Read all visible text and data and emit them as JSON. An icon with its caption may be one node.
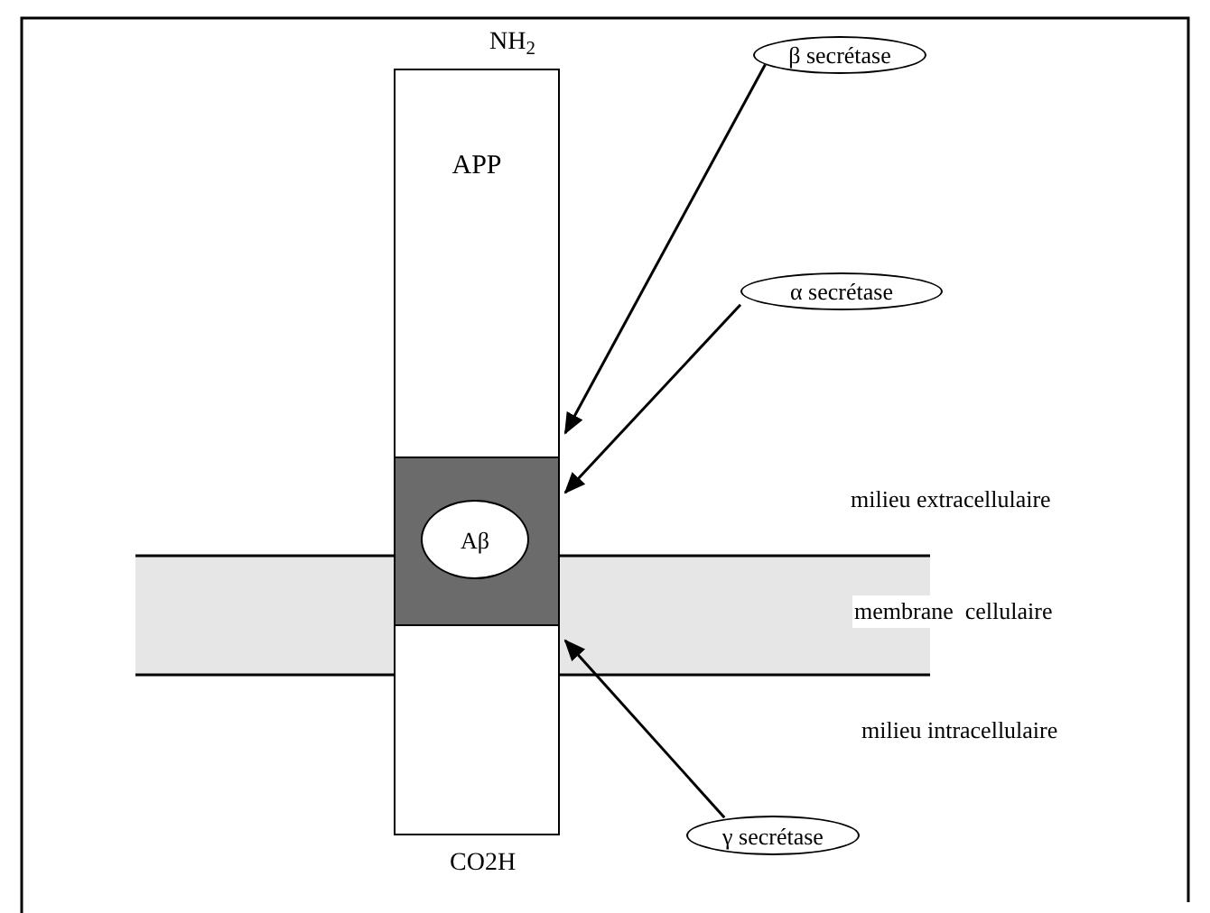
{
  "diagram": {
    "nodes": [
      {
        "text": [
          "APP"
        ],
        "beside": [
          "NH$_{2}$",
          "CO2H"
        ]
      },
      {
        "text": [],
        "shape": "box",
        "in": 0
      },
      {
        "text": [
          "Aβ"
        ],
        "in": 1
      },
      {
        "text": [
          "β secrétase"
        ]
      },
      {
        "text": [
          "α secrétase"
        ]
      },
      {
        "text": [
          "γ secrétase"
        ]
      }
    ],
    "edges": [
      {
        "from": 3,
        "to": 0,
        "arrow": "to"
      },
      {
        "from": 4,
        "to": 1,
        "arrow": "to"
      },
      {
        "from": 5,
        "to": 0,
        "arrow": "to"
      }
    ],
    "labels": [
      "milieu extracellulaire",
      "membrane  cellulaire",
      "milieu intracellulaire"
    ]
  }
}
